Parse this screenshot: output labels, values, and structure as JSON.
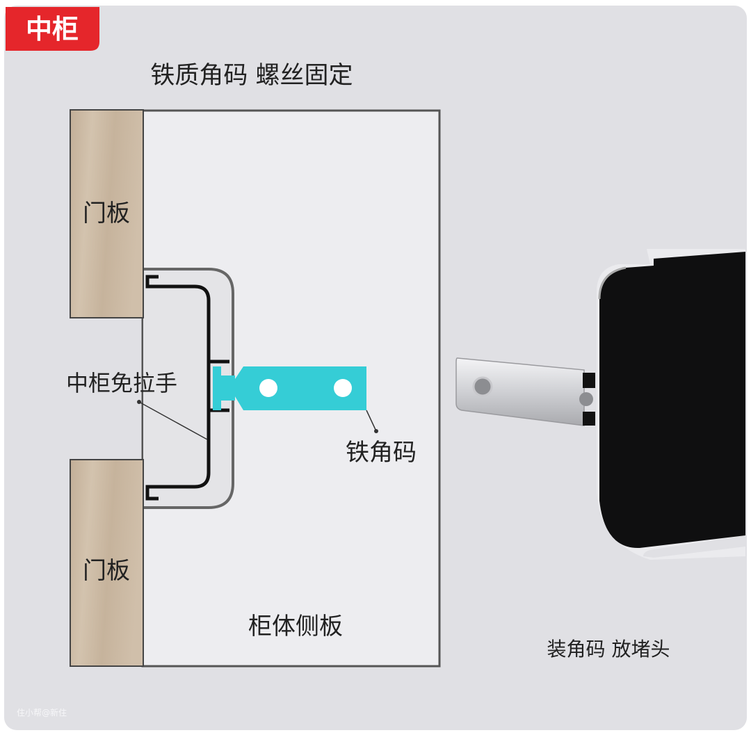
{
  "badge": {
    "label": "中柜",
    "color": "#e5262b"
  },
  "title": "铁质角码 螺丝固定",
  "labels": {
    "door_top": "门板",
    "door_bottom": "门板",
    "handle": "中柜免拉手",
    "bracket": "铁角码",
    "side_panel": "柜体侧板",
    "photo_caption": "装角码 放堵头"
  },
  "watermark": "住小帮@新住",
  "colors": {
    "bracket": "#35cdd6",
    "wood": "#cbb9a4",
    "background": "#e0e0e4"
  }
}
